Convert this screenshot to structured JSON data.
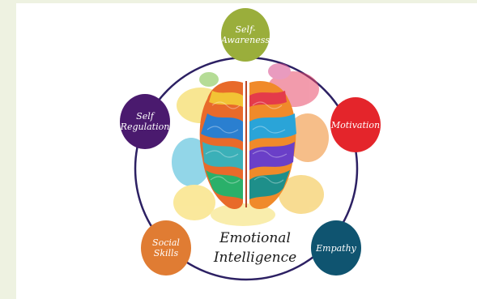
{
  "diagram": {
    "center_title": "Emotional\nIntelligence",
    "nodes": [
      {
        "id": "self-awareness",
        "label": "Self-\nAwareness",
        "color": "#9aae3b"
      },
      {
        "id": "motivation",
        "label": "Motivation",
        "color": "#e4252b"
      },
      {
        "id": "empathy",
        "label": "Empathy",
        "color": "#0f5470"
      },
      {
        "id": "social-skills",
        "label": "Social\nSkills",
        "color": "#e07c33"
      },
      {
        "id": "self-regulation",
        "label": "Self\nRegulation",
        "color": "#4a1a6e"
      }
    ],
    "ring_color": "#2c2063",
    "image": "colorful-brain-illustration"
  }
}
